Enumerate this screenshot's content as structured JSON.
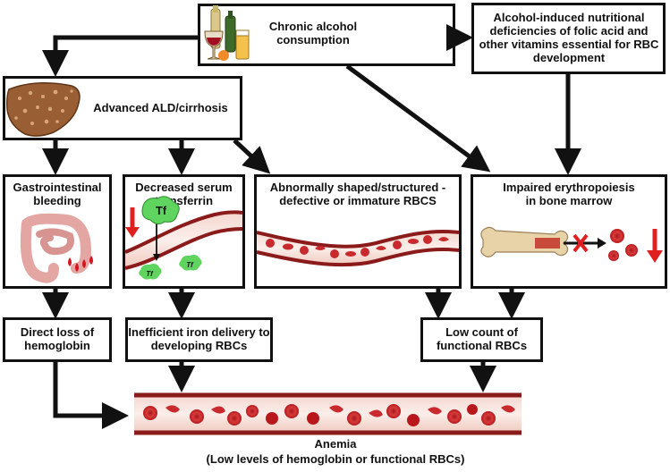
{
  "boxes": {
    "alcohol": "Chronic alcohol consumption",
    "nutrition": "Alcohol-induced nutritional deficiencies of folic acid and other vitamins essential for RBC development",
    "ald": "Advanced ALD/cirrhosis",
    "gi": "Gastrointestinal bleeding",
    "transferrin": "Decreased serum transferrin",
    "abnormal": "Abnormally shaped/structured - defective or immature RBCS",
    "erythro": "Impaired erythropoiesis in bone marrow",
    "direct": "Direct loss of hemoglobin",
    "iron": "Inefficient iron delivery to developing RBCs",
    "lowcount": "Low count of functional RBCs"
  },
  "icons": {
    "tf_big": "Tf",
    "tf_small_1": "Tf",
    "tf_small_2": "Tf"
  },
  "outcome": {
    "title": "Anemia",
    "subtitle": "(Low levels of hemoglobin or functional RBCs)"
  },
  "colors": {
    "vessel": "#8b1a1a",
    "blood": "#d63b3b",
    "tf": "#5fd45f",
    "down_arrow": "#e02020"
  }
}
